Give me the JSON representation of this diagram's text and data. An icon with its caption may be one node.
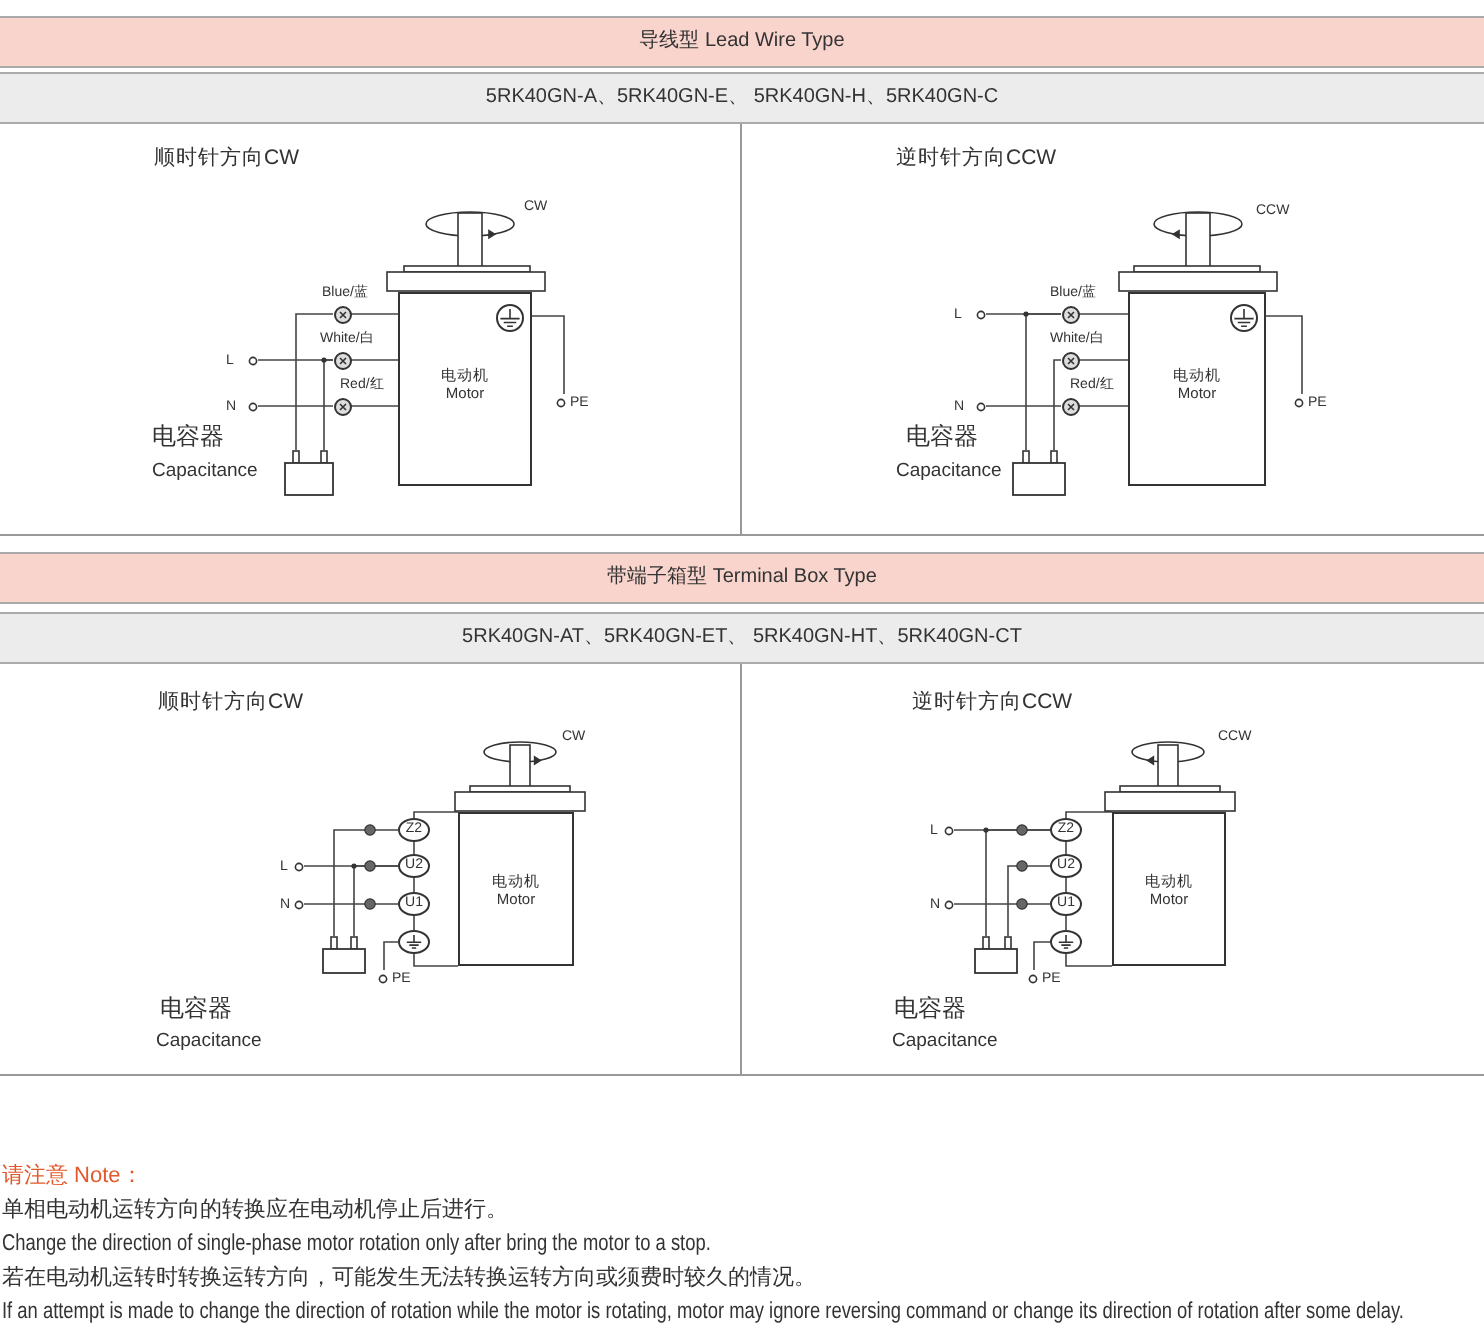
{
  "diagram": {
    "nodes": [
      {
        "text": [
          "导线型 Lead Wire Type"
        ]
      },
      {
        "text": [
          "5RK40GN-A、5RK40GN-E、 5RK40GN-H、5RK40GN-C"
        ]
      },
      {
        "text": [
          "顺时针方向CW"
        ]
      },
      {
        "text": [
          "电动机",
          "Motor"
        ],
        "in": 2
      },
      {
        "text": [],
        "shape": "circle",
        "in": 3
      },
      {
        "text": [
          "L"
        ],
        "in": 2
      },
      {
        "text": [
          "N"
        ],
        "in": 2
      },
      {
        "text": [
          "PE"
        ],
        "in": 2
      },
      {
        "text": [],
        "shape": "circle",
        "in": 2,
        "beside": [
          "Blue/蓝"
        ]
      },
      {
        "text": [],
        "shape": "circle",
        "in": 2,
        "beside": [
          "White/白"
        ]
      },
      {
        "text": [],
        "shape": "circle",
        "in": 2,
        "beside": [
          "Red/红"
        ]
      },
      {
        "text": [],
        "shape": "box",
        "in": 2,
        "beside": [
          "电容器",
          "Capacitance"
        ]
      },
      {
        "text": [
          "逆时针方向CCW"
        ]
      },
      {
        "text": [
          "电动机",
          "Motor"
        ],
        "in": 12
      },
      {
        "text": [],
        "shape": "circle",
        "in": 13
      },
      {
        "text": [
          "L"
        ],
        "in": 12
      },
      {
        "text": [
          "N"
        ],
        "in": 12
      },
      {
        "text": [
          "PE"
        ],
        "in": 12
      },
      {
        "text": [],
        "shape": "circle",
        "in": 12,
        "beside": [
          "Blue/蓝"
        ]
      },
      {
        "text": [],
        "shape": "circle",
        "in": 12,
        "beside": [
          "White/白"
        ]
      },
      {
        "text": [],
        "shape": "circle",
        "in": 12,
        "beside": [
          "Red/红"
        ]
      },
      {
        "text": [],
        "shape": "box",
        "in": 12,
        "beside": [
          "电容器",
          "Capacitance"
        ]
      },
      {
        "text": [
          "带端子箱型 Terminal Box Type"
        ]
      },
      {
        "text": [
          "5RK40GN-AT、5RK40GN-ET、 5RK40GN-HT、5RK40GN-CT"
        ]
      },
      {
        "text": [
          "顺时针方向CW"
        ]
      },
      {
        "text": [
          "电动机",
          "Motor"
        ],
        "in": 24
      },
      {
        "text": [
          "L"
        ],
        "in": 24
      },
      {
        "text": [
          "N"
        ],
        "in": 24
      },
      {
        "text": [
          "PE"
        ],
        "in": 24
      },
      {
        "text": [
          "Z2"
        ],
        "in": 24
      },
      {
        "text": [
          "U2"
        ],
        "in": 24
      },
      {
        "text": [
          "U1"
        ],
        "in": 24
      },
      {
        "text": [],
        "shape": "circle",
        "in": 24
      },
      {
        "text": [],
        "shape": "box",
        "in": 24,
        "beside": [
          "电容器",
          "Capacitance"
        ]
      },
      {
        "text": [
          "逆时针方向CCW"
        ]
      },
      {
        "text": [
          "电动机",
          "Motor"
        ],
        "in": 34
      },
      {
        "text": [
          "L"
        ],
        "in": 34
      },
      {
        "text": [
          "N"
        ],
        "in": 34
      },
      {
        "text": [
          "PE"
        ],
        "in": 34
      },
      {
        "text": [
          "Z2"
        ],
        "in": 34
      },
      {
        "text": [
          "U2"
        ],
        "in": 34
      },
      {
        "text": [
          "U1"
        ],
        "in": 34
      },
      {
        "text": [],
        "shape": "circle",
        "in": 34
      },
      {
        "text": [],
        "shape": "box",
        "in": 34,
        "beside": [
          "电容器",
          "Capacitance"
        ]
      }
    ],
    "edges": [
      {
        "from": 5,
        "to": 9,
        "arrow": "none"
      },
      {
        "from": 6,
        "to": 10,
        "arrow": "none"
      },
      {
        "from": 11,
        "to": 8,
        "arrow": "none"
      },
      {
        "from": 11,
        "to": 9,
        "arrow": "none"
      },
      {
        "from": 8,
        "to": 3,
        "arrow": "none"
      },
      {
        "from": 9,
        "to": 3,
        "arrow": "none"
      },
      {
        "from": 10,
        "to": 3,
        "arrow": "none"
      },
      {
        "from": 4,
        "to": 7,
        "arrow": "none"
      },
      {
        "from": 15,
        "to": 18,
        "arrow": "none"
      },
      {
        "from": 16,
        "to": 20,
        "arrow": "none"
      },
      {
        "from": 21,
        "to": 18,
        "arrow": "none"
      },
      {
        "from": 21,
        "to": 19,
        "arrow": "none"
      },
      {
        "from": 18,
        "to": 13,
        "arrow": "none"
      },
      {
        "from": 19,
        "to": 13,
        "arrow": "none"
      },
      {
        "from": 20,
        "to": 13,
        "arrow": "none"
      },
      {
        "from": 14,
        "to": 17,
        "arrow": "none"
      },
      {
        "from": 26,
        "to": 30,
        "arrow": "none"
      },
      {
        "from": 27,
        "to": 31,
        "arrow": "none"
      },
      {
        "from": 33,
        "to": 29,
        "arrow": "none"
      },
      {
        "from": 33,
        "to": 30,
        "arrow": "none"
      },
      {
        "from": 29,
        "to": 30,
        "arrow": "none"
      },
      {
        "from": 30,
        "to": 31,
        "arrow": "none"
      },
      {
        "from": 31,
        "to": 32,
        "arrow": "none"
      },
      {
        "from": 29,
        "to": 25,
        "arrow": "none"
      },
      {
        "from": 32,
        "to": 25,
        "arrow": "none"
      },
      {
        "from": 32,
        "to": 28,
        "arrow": "none"
      },
      {
        "from": 36,
        "to": 39,
        "arrow": "none"
      },
      {
        "from": 37,
        "to": 41,
        "arrow": "none"
      },
      {
        "from": 43,
        "to": 39,
        "arrow": "none"
      },
      {
        "from": 43,
        "to": 40,
        "arrow": "none"
      },
      {
        "from": 39,
        "to": 40,
        "arrow": "none"
      },
      {
        "from": 40,
        "to": 41,
        "arrow": "none"
      },
      {
        "from": 41,
        "to": 42,
        "arrow": "none"
      },
      {
        "from": 39,
        "to": 35,
        "arrow": "none"
      },
      {
        "from": 42,
        "to": 35,
        "arrow": "none"
      },
      {
        "from": 42,
        "to": 38,
        "arrow": "none"
      }
    ],
    "labels": [
      "CW",
      "CCW",
      "CW",
      "CCW",
      "请注意 Note：",
      "单相电动机运转方向的转换应在电动机停止后进行。",
      "Change the direction of single-phase motor rotation only after bring the motor to a stop.",
      "若在电动机运转时转换运转方向，可能发生无法转换运转方向或须费时较久的情况。",
      "If an attempt is made to change the direction of rotation while the motor is rotating, motor may ignore reversing command or change its direction of rotation after some delay."
    ]
  }
}
